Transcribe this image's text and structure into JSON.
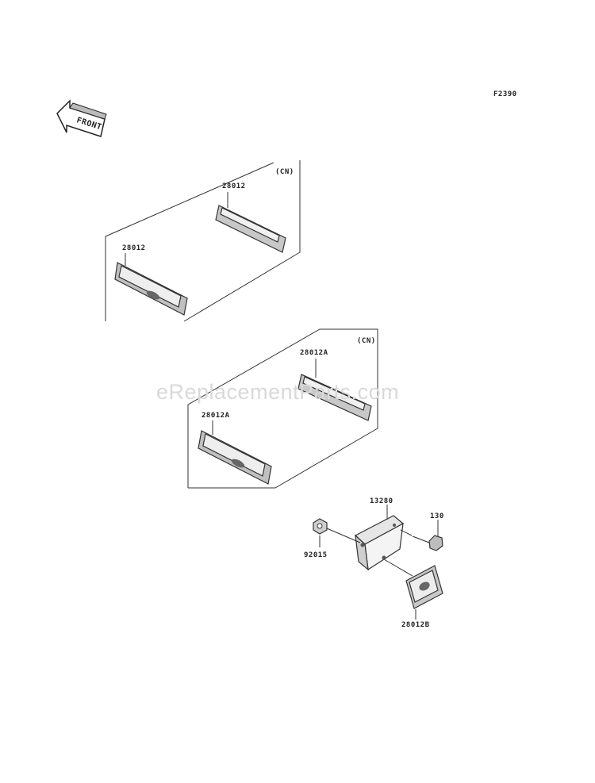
{
  "diagram": {
    "code": "F2390",
    "front_arrow_label": "FRONT",
    "watermark": "eReplacementParts.com",
    "groups": [
      {
        "note": "(CN)",
        "labels": [
          "28012",
          "28012"
        ]
      },
      {
        "note": "(CN)",
        "labels": [
          "28012A",
          "28012A"
        ]
      }
    ],
    "bracket_assembly": {
      "bracket": "13280",
      "bolt": "130",
      "nut": "92015",
      "reflector": "28012B"
    }
  }
}
